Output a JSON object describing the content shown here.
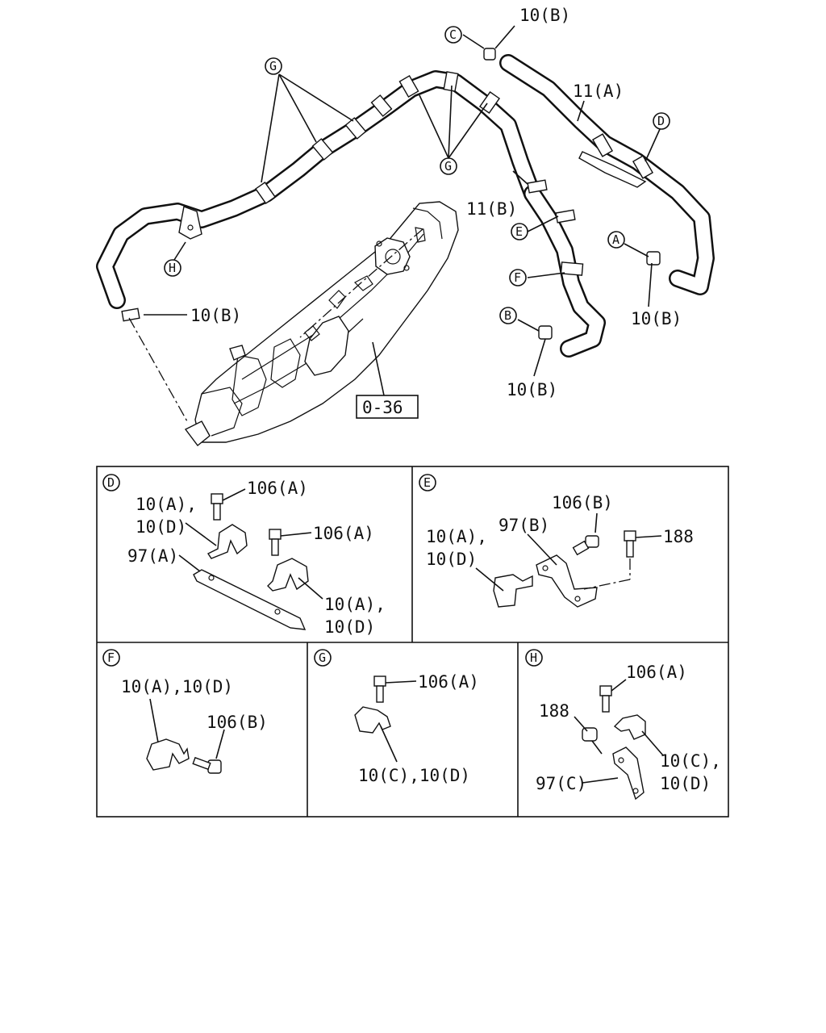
{
  "main": {
    "callouts": {
      "top_c": "C",
      "top_10b": "10(B)",
      "hose_11a": "11(A)",
      "d": "D",
      "g_top": "G",
      "g_mid": "G",
      "hose_11b": "11(B)",
      "e": "E",
      "a": "A",
      "f": "F",
      "h": "H",
      "left_10b": "10(B)",
      "b": "B",
      "right_10b": "10(B)",
      "bottom_10b": "10(B)",
      "ref": "0-36"
    }
  },
  "details": {
    "D": {
      "letter": "D",
      "bolt1": "106(A)",
      "clip_a1": "10(A),",
      "clip_d1": "10(D)",
      "bolt2": "106(A)",
      "bracket": "97(A)",
      "clip_a2": "10(A),",
      "clip_d2": "10(D)"
    },
    "E": {
      "letter": "E",
      "bolt": "106(B)",
      "bracket": "97(B)",
      "bolt2": "188",
      "clip_a": "10(A),",
      "clip_d": "10(D)"
    },
    "F": {
      "letter": "F",
      "clip": "10(A),10(D)",
      "bolt": "106(B)"
    },
    "G": {
      "letter": "G",
      "bolt": "106(A)",
      "clip": "10(C),10(D)"
    },
    "H": {
      "letter": "H",
      "bolt": "106(A)",
      "bolt2": "188",
      "clip_c": "10(C),",
      "clip_d": "10(D)",
      "bracket": "97(C)"
    }
  }
}
